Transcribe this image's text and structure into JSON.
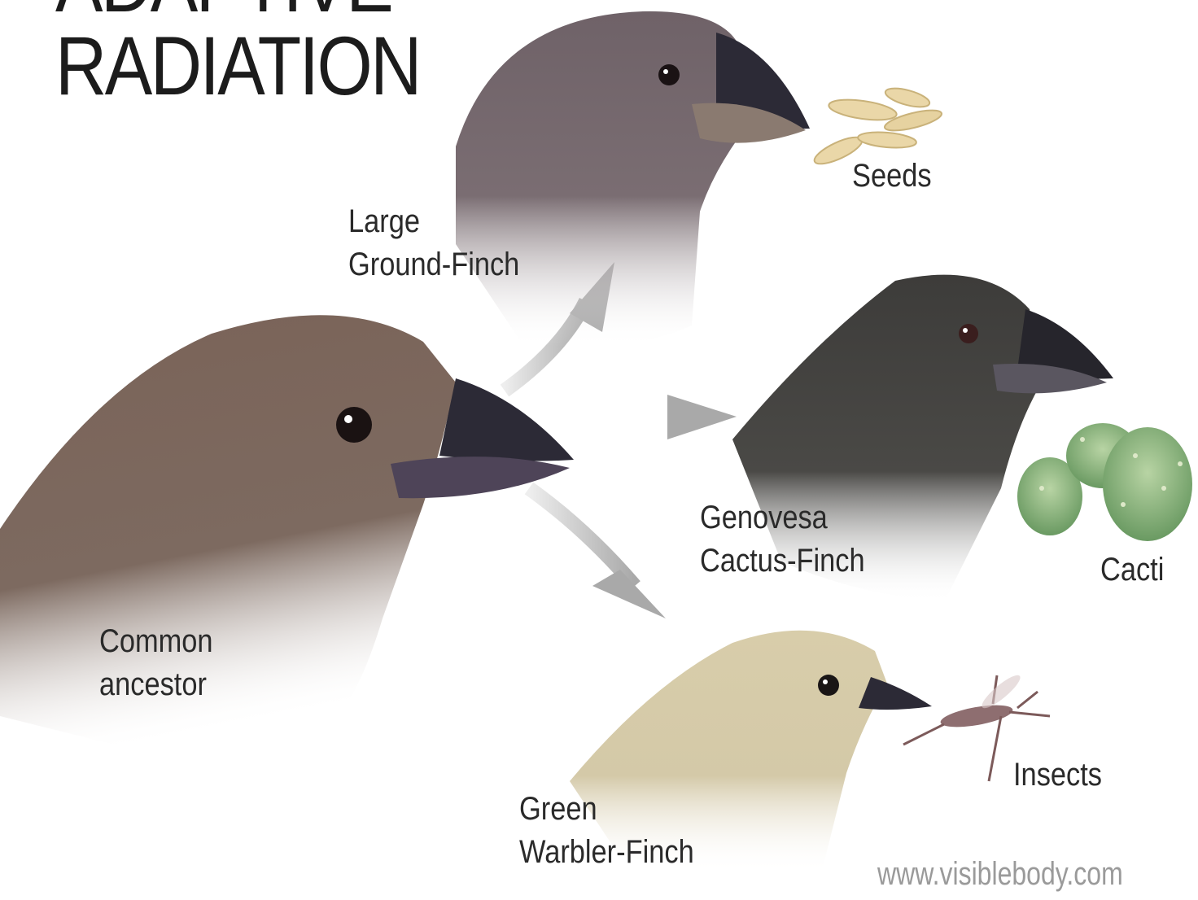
{
  "title": {
    "line1": "ADAPTIVE",
    "line2": "RADIATION"
  },
  "species": [
    {
      "id": "common",
      "line1": "Common",
      "line2": "ancestor"
    },
    {
      "id": "large",
      "line1": "Large",
      "line2": "Ground-Finch"
    },
    {
      "id": "genovesa",
      "line1": "Genovesa",
      "line2": "Cactus-Finch"
    },
    {
      "id": "green",
      "line1": "Green",
      "line2": "Warbler-Finch"
    }
  ],
  "foods": {
    "seeds": "Seeds",
    "cacti": "Cacti",
    "insects": "Insects"
  },
  "colors": {
    "ancestor": "#7a6358",
    "large_finch": "#6f6268",
    "cactus_finch": "#3d3c3a",
    "warbler": "#cfc3a0",
    "beak": "#2c2a36",
    "arrow": "#a9a9a9"
  },
  "watermark": "www.visiblebody.com"
}
